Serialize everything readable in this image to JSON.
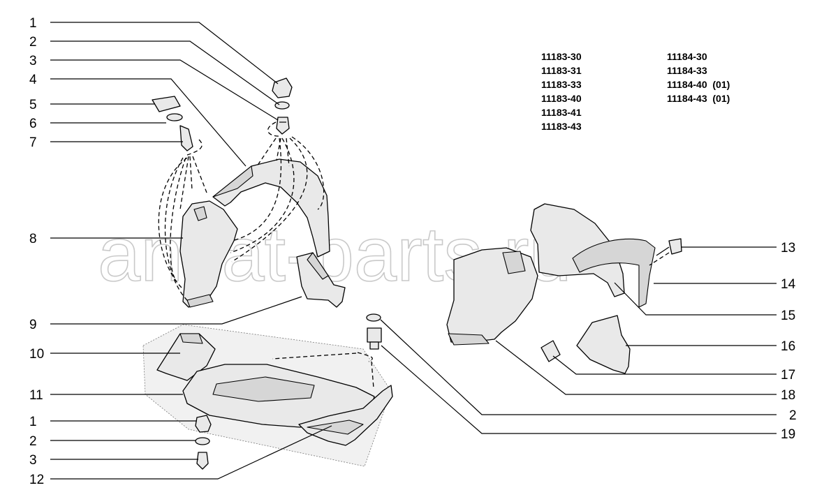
{
  "watermark": "ansat-parts.ru",
  "model_codes": {
    "column_1": [
      "11183-30",
      "11183-31",
      "11183-33",
      "11183-40",
      "11183-41",
      "11183-43"
    ],
    "column_2": [
      "11184-30",
      "11184-33",
      "11184-40  (01)",
      "11184-43  (01)"
    ]
  },
  "callouts_left": [
    "1",
    "2",
    "3",
    "4",
    "5",
    "6",
    "7",
    "8",
    "9",
    "10",
    "11",
    "1",
    "2",
    "3",
    "12"
  ],
  "callouts_right": [
    "13",
    "14",
    "15",
    "16",
    "17",
    "18",
    "2",
    "19"
  ]
}
